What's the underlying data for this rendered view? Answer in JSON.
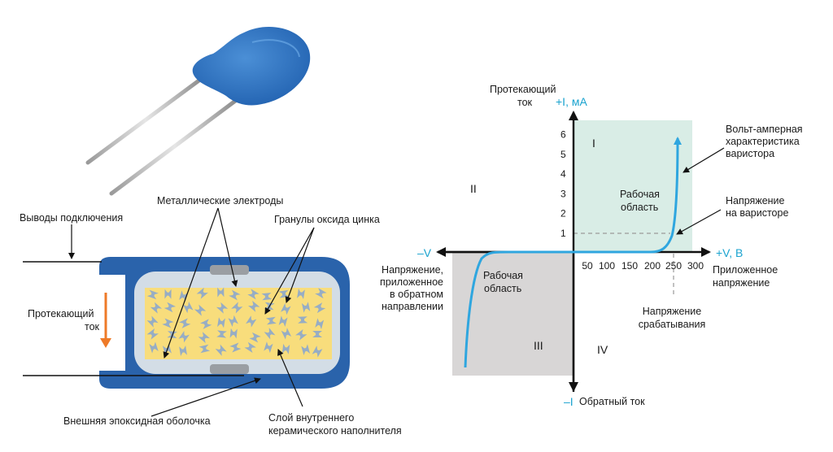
{
  "colors": {
    "accent_blue": "#1aa3cf",
    "curve_blue": "#2fa6df",
    "working_region_upper": "#d9ede6",
    "working_region_lower": "#d8d6d6",
    "casing_blue": "#2a63ab",
    "filler_gray": "#d3dde6",
    "granule_yellow": "#f8dd7c",
    "granule_gray": "#97adc4",
    "current_arrow_orange": "#ee7a28"
  },
  "component": {
    "labels": {
      "leads": "Выводы подключения",
      "electrodes": "Металлические электроды",
      "granules": "Гранулы оксида цинка",
      "current_line1": "Протекающий",
      "current_line2": "ток",
      "shell": "Внешняя эпоксидная оболочка",
      "filler_line1": "Слой внутреннего",
      "filler_line2": "керамического наполнителя"
    }
  },
  "graph": {
    "y_axis_label_line1": "Протекающий",
    "y_axis_label_line2": "ток",
    "y_positive": "+I, мА",
    "y_negative": "–I",
    "y_negative_label": "Обратный ток",
    "x_positive": "+V, В",
    "x_negative": "–V",
    "x_label_line1": "Приложенное",
    "x_label_line2": "напряжение",
    "y_ticks": [
      "1",
      "2",
      "3",
      "4",
      "5",
      "6"
    ],
    "x_ticks": [
      "50",
      "100",
      "150",
      "200",
      "250",
      "300"
    ],
    "quadrants": {
      "q1": "I",
      "q2": "II",
      "q3": "III",
      "q4": "IV"
    },
    "working_region_line1": "Рабочая",
    "working_region_line2": "область",
    "reverse_label": [
      "Напряжение,",
      "приложенное",
      "в обратном",
      "направлении"
    ],
    "vi_label": [
      "Вольт-амперная",
      "характеристика",
      "варистора"
    ],
    "varistor_voltage_label": [
      "Напряжение",
      "на варисторе"
    ],
    "trigger_label": [
      "Напряжение",
      "срабатывания"
    ]
  }
}
